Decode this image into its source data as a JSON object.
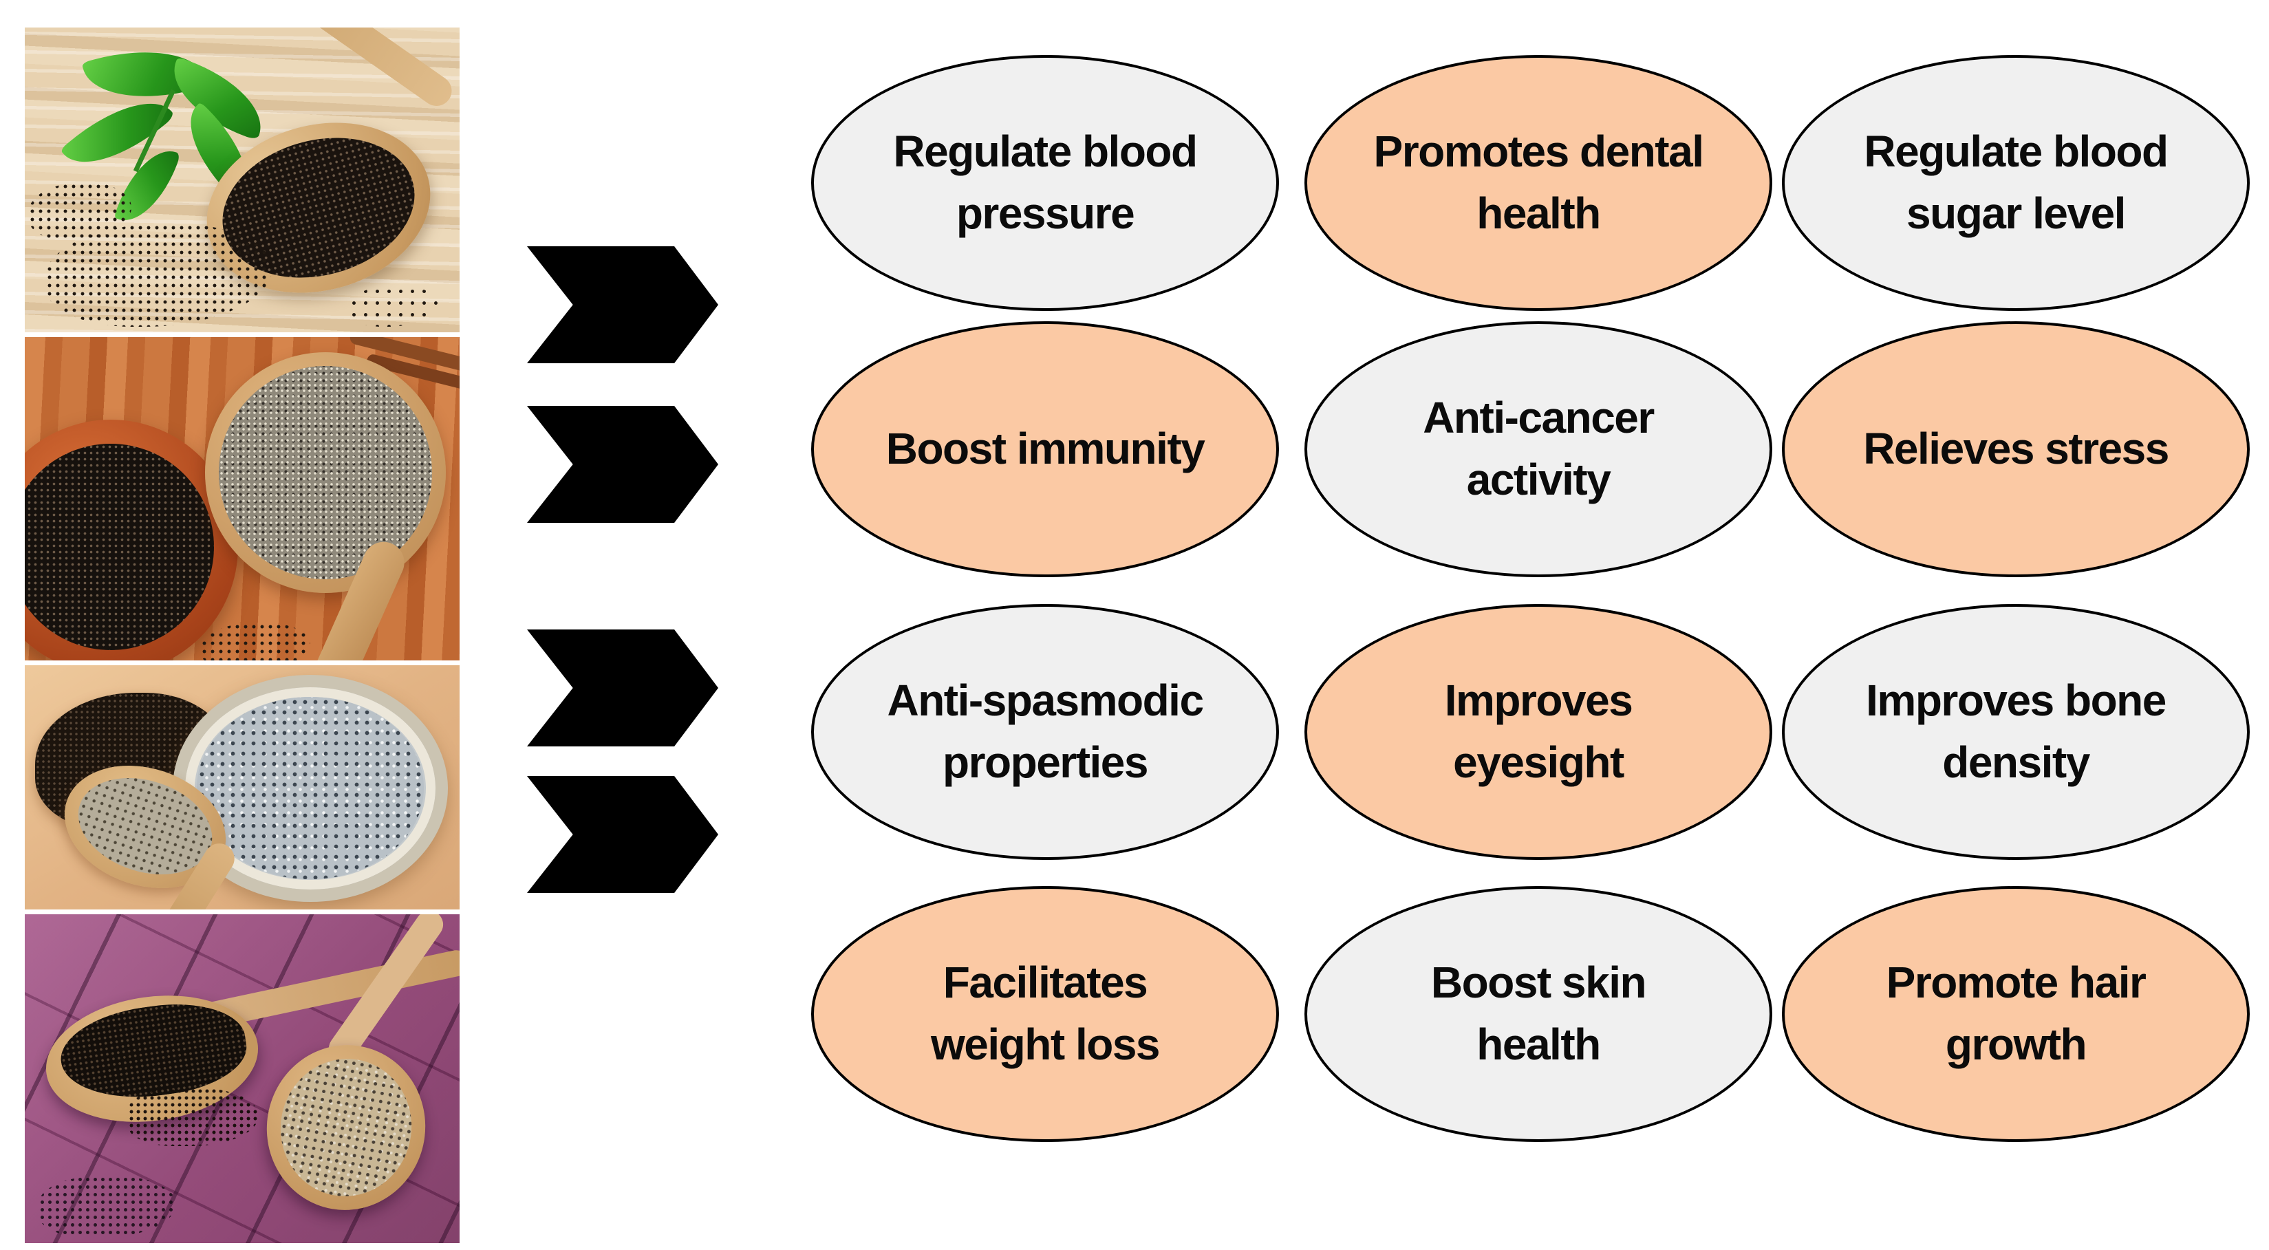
{
  "figure": {
    "background": "#ffffff",
    "description": "Infographic of basil seed photos with arrows pointing to twelve health-benefit ellipses"
  },
  "photos": [
    {
      "alt": "Wooden spoon heaped with black basil seeds beside fresh green basil leaves on light wood"
    },
    {
      "alt": "Red-brown wooden bowl of black basil seeds next to a wooden spoon of grey chia seeds on orange wood"
    },
    {
      "alt": "Glass bowl and wooden spoon holding soaked basil seeds with a pile of dry black seeds on tan wood"
    },
    {
      "alt": "Two wooden spoons with dry black seeds and soaked basil seeds on a purple surface"
    }
  ],
  "arrows": {
    "count": 4,
    "color": "#000000",
    "name": "chevron-arrow-icon"
  },
  "benefits": {
    "border_color": "#000000",
    "text_color": "#0b0b0b",
    "tones": {
      "gray": "#f0f0f0",
      "peach": "#fbc9a4"
    },
    "rows": [
      [
        {
          "label": "Regulate blood\npressure",
          "tone": "gray"
        },
        {
          "label": "Promotes dental\nhealth",
          "tone": "peach"
        },
        {
          "label": "Regulate blood\nsugar level",
          "tone": "gray"
        }
      ],
      [
        {
          "label": "Boost immunity",
          "tone": "peach"
        },
        {
          "label": "Anti-cancer\nactivity",
          "tone": "gray"
        },
        {
          "label": "Relieves stress",
          "tone": "peach"
        }
      ],
      [
        {
          "label": "Anti-spasmodic\nproperties",
          "tone": "gray"
        },
        {
          "label": "Improves\neyesight",
          "tone": "peach"
        },
        {
          "label": "Improves bone\ndensity",
          "tone": "gray"
        }
      ],
      [
        {
          "label": "Facilitates\nweight loss",
          "tone": "peach"
        },
        {
          "label": "Boost skin\nhealth",
          "tone": "gray"
        },
        {
          "label": "Promote hair\ngrowth",
          "tone": "peach"
        }
      ]
    ]
  }
}
